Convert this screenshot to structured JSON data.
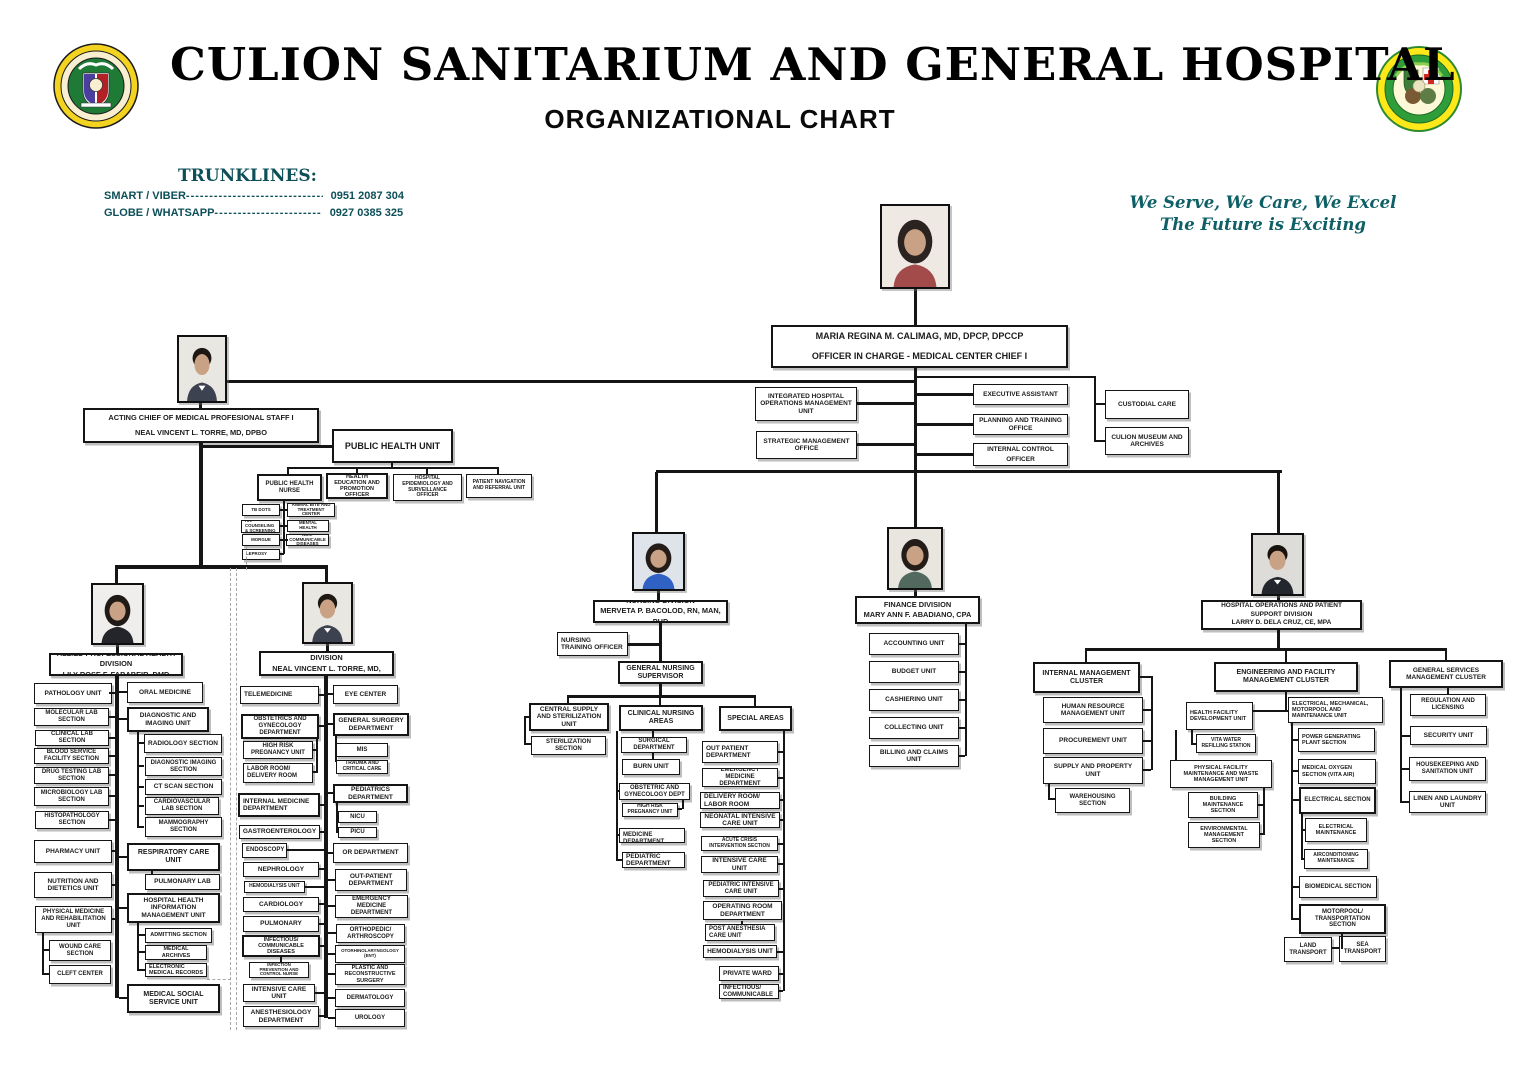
{
  "header": {
    "title": "CULION SANITARIUM AND GENERAL HOSPITAL",
    "subtitle": "ORGANIZATIONAL CHART",
    "trunklines": {
      "heading": "TRUNKLINES:",
      "rows": [
        {
          "label": "SMART / VIBER",
          "leader": "------------------------------",
          "number": "0951 2087 304"
        },
        {
          "label": "GLOBE / WHATSAPP",
          "leader": "-----------------------",
          "number": "0927 0385 325"
        }
      ]
    },
    "motto_line1": "We Serve, We Care, We Excel",
    "motto_line2": "The Future is Exciting",
    "colors": {
      "motto": "#0e5f66",
      "trunklines": "#0d4f58"
    }
  },
  "org": {
    "photos": {
      "chief": "Maria Regina M. Calimag",
      "acting_chief": "Neal Vincent L. Torre",
      "aphd": "Lily Rose F. Fababeir",
      "mpd": "Neal Vincent L. Torre",
      "nursing": "Merveta P. Bacolod",
      "finance": "Mary Ann F. Abadiano",
      "hopsd": "Larry D. Dela Cruz"
    },
    "boxes": {
      "chief": "MARIA REGINA M. CALIMAG, MD, DPCP, DPCCP\nOFFICER IN CHARGE - MEDICAL CENTER CHIEF I",
      "ihomu": "INTEGRATED HOSPITAL OPERATIONS MANAGEMENT UNIT",
      "smo": "STRATEGIC MANAGEMENT OFFICE",
      "exec_assistant": "EXECUTIVE ASSISTANT",
      "pto": "PLANNING AND TRAINING OFFICE",
      "ico": "INTERNAL CONTROL OFFICER",
      "custodial": "CUSTODIAL CARE",
      "museum": "CULION MUSEUM AND ARCHIVES",
      "acting_chief": "ACTING CHIEF OF MEDICAL PROFESIONAL STAFF I\nNEAL VINCENT L. TORRE, MD, DPBO",
      "phu": "PUBLIC HEALTH UNIT",
      "phn": "PUBLIC HEALTH NURSE",
      "hepo": "HEALTH EDUCATION AND PROMOTION OFFICER",
      "heso": "HOSPITAL EPIDEMIOLOGY AND SURVEILLANCE OFFICER",
      "pnru": "PATIENT NAVIGATION AND REFERRAL UNIT",
      "tb_dots": "TB DOTS",
      "abtc": "ANIMAL BITE AND TREATMENT CENTER",
      "hiv": "HIV COUNSELING & SCREENING",
      "mental": "MENTAL HEALTH",
      "morgue": "MORGUE",
      "ncd": "NON-COMMUNICABLE DISEASES",
      "leprosy": "LEPROSY",
      "aphd": "ALLIED PROFESSIONAL HEALTH DIVISION\nLILY ROSE F. FABABEIR, DMD",
      "pathology": "PATHOLOGY UNIT",
      "molecular": "MOLECULAR LAB SECTION",
      "clinical_lab": "CLINICAL LAB SECTION",
      "blood": "BLOOD SERVICE FACILITY SECTION",
      "drug_testing": "DRUG TESTING LAB SECTION",
      "microbiology": "MICROBIOLOGY LAB SECTION",
      "histopathology": "HISTOPATHOLOGY SECTION",
      "pharmacy": "PHARMACY UNIT",
      "nutrition": "NUTRITION AND DIETETICS UNIT",
      "pmru": "PHYSICAL MEDICINE AND REHABILITATION UNIT",
      "wound": "WOUND CARE SECTION",
      "cleft": "CLEFT CENTER",
      "oral": "ORAL MEDICINE",
      "diu": "DIAGNOSTIC AND IMAGING UNIT",
      "radiology": "RADIOLOGY SECTION",
      "dis": "DIAGNOSTIC IMAGING SECTION",
      "ct": "CT SCAN SECTION",
      "cardio_lab": "CARDIOVASCULAR LAB SECTION",
      "mammo": "MAMMOGRAPHY SECTION",
      "rcu": "RESPIRATORY CARE UNIT",
      "pulmonary_lab": "PULMONARY LAB",
      "hhimu": "HOSPITAL HEALTH INFORMATION MANAGEMENT UNIT",
      "admitting": "ADMITTING SECTION",
      "archives": "MEDICAL ARCHIVES",
      "emr": "ELECTRONIC MEDICAL RECORDS",
      "mssu": "MEDICAL SOCIAL SERVICE UNIT",
      "mpd": "MEDICAL PROFESSIONAL DIVISION\nNEAL VINCENT L. TORRE, MD, DPBO",
      "telemedicine": "TELEMEDICINE",
      "obgyn": "OBSTETRICS AND GYNECOLOGY DEPARTMENT",
      "hrpu": "HIGH RISK PREGNANCY UNIT",
      "labor": "LABOR ROOM/ DELIVERY ROOM",
      "imd": "INTERNAL MEDICINE DEPARTMENT",
      "gastro": "GASTROENTEROLOGY",
      "endoscopy": "ENDOSCOPY",
      "nephrology": "NEPHROLOGY",
      "hemodialysis_mpd": "HEMODIALYSIS UNIT",
      "cardiology": "CARDIOLOGY",
      "pulmonary": "PULMONARY",
      "infectious_mpd": "INFECTIOUS/ COMMUNICABLE DISEASES",
      "ipcn": "INFECTION PREVENTION AND CONTROL NURSE",
      "icu_mpd": "INTENSIVE CARE UNIT",
      "anesthesiology": "ANESTHESIOLOGY DEPARTMENT",
      "eye": "EYE CENTER",
      "gsd": "GENERAL SURGERY DEPARTMENT",
      "mis": "MIS",
      "trauma": "TRAUMA AND CRITICAL CARE",
      "pedia_dept": "PEDIATRICS DEPARTMENT",
      "nicu": "NICU",
      "picu": "PICU",
      "or_dept": "OR DEPARTMENT",
      "opd_mpd": "OUT-PATIENT DEPARTMENT",
      "emd_mpd": "EMERGENCY MEDICINE DEPARTMENT",
      "ortho": "ORTHOPEDIC/ ARTHROSCOPY",
      "ent": "OTORHINOLARYNGOLOGY (ENT)",
      "plastic": "PLASTIC AND RECONSTRUCTIVE SURGERY",
      "derma": "DERMATOLOGY",
      "urology": "UROLOGY",
      "nursing": "NURSING DIVISION\nMERVETA P. BACOLOD, RN, MAN, PHD",
      "nto": "NURSING TRAINING OFFICER",
      "gns": "GENERAL NURSING SUPERVISOR",
      "cssu": "CENTRAL SUPPLY AND STERILIZATION UNIT",
      "steril": "STERILIZATION SECTION",
      "cna": "CLINICAL NURSING AREAS",
      "special": "SPECIAL AREAS",
      "surgical": "SURGICAL DEPARTMENT",
      "burn": "BURN UNIT",
      "ob_dept_n": "OBSTETRIC AND GYNECOLOGY DEPT",
      "hrpu_n": "HIGH RISK PREGNANCY UNIT",
      "imd_n": "INTERNAL MEDICINE DEPARTMENT",
      "pedia_n": "PEDIATRIC DEPARTMENT",
      "opd_n": "OUT PATIENT DEPARTMENT",
      "emd_n": "EMERGENCY MEDICINE DEPARTMENT",
      "dr_lr": "DELIVERY ROOM/ LABOR ROOM",
      "nicu_n": "NEONATAL INTENSIVE CARE UNIT",
      "acis": "ACUTE CRISIS INTERVENTION SECTION",
      "icu_n": "INTENSIVE CARE UNIT",
      "picu_n": "PEDIATRIC INTENSIVE CARE UNIT",
      "or_n": "OPERATING ROOM DEPARTMENT",
      "pacu": "POST ANESTHESIA CARE UNIT",
      "hemo_n": "HEMODIALYSIS UNIT",
      "private_ward": "PRIVATE WARD",
      "infectious_n": "INFECTIOUS/ COMMUNICABLE",
      "finance": "FINANCE DIVISION\nMARY ANN F. ABADIANO, CPA",
      "accounting": "ACCOUNTING UNIT",
      "budget": "BUDGET UNIT",
      "cashiering": "CASHIERING UNIT",
      "collecting": "COLLECTING UNIT",
      "billing": "BILLING AND CLAIMS UNIT",
      "hopsd": "HOSPITAL OPERATIONS AND PATIENT SUPPORT DIVISION\nLARRY D. DELA CRUZ, CE, MPA",
      "imc": "INTERNAL MANAGEMENT CLUSTER",
      "hrmu": "HUMAN RESOURCE MANAGEMENT UNIT",
      "procurement": "PROCUREMENT UNIT",
      "spu": "SUPPLY AND PROPERTY UNIT",
      "warehousing": "WAREHOUSING SECTION",
      "efmc": "ENGINEERING AND FACILITY MANAGEMENT CLUSTER",
      "hfdu": "HEALTH FACILITY DEVELOPMENT UNIT",
      "vita_water": "VITA WATER REFILLING STATION",
      "pfmwmu": "PHYSICAL FACILITY MAINTENANCE AND WASTE MANAGEMENT UNIT",
      "bms": "BUILDING MAINTENANCE SECTION",
      "ems": "ENVIRONMENTAL MANAGEMENT SECTION",
      "emmu": "ELECTRICAL, MECHANICAL, MOTORPOOL AND MAINTENANCE UNIT",
      "pgps": "POWER GENERATING PLANT SECTION",
      "mos": "MEDICAL OXYGEN SECTION (VITA AIR)",
      "elec_section": "ELECTRICAL SECTION",
      "elec_maint": "ELECTRICAL MAINTENANCE",
      "aircon": "AIRCONDITIONING MAINTENANCE",
      "biomedical": "BIOMEDICAL SECTION",
      "motorpool": "MOTORPOOL/ TRANSPORTATION SECTION",
      "land": "LAND TRANSPORT",
      "sea": "SEA TRANSPORT",
      "gsmc": "GENERAL SERVICES MANAGEMENT CLUSTER",
      "reg_lic": "REGULATION AND LICENSING",
      "security": "SECURITY UNIT",
      "housekeeping": "HOUSEKEEPING AND SANITATION UNIT",
      "linen": "LINEN AND LAUNDRY UNIT"
    }
  }
}
